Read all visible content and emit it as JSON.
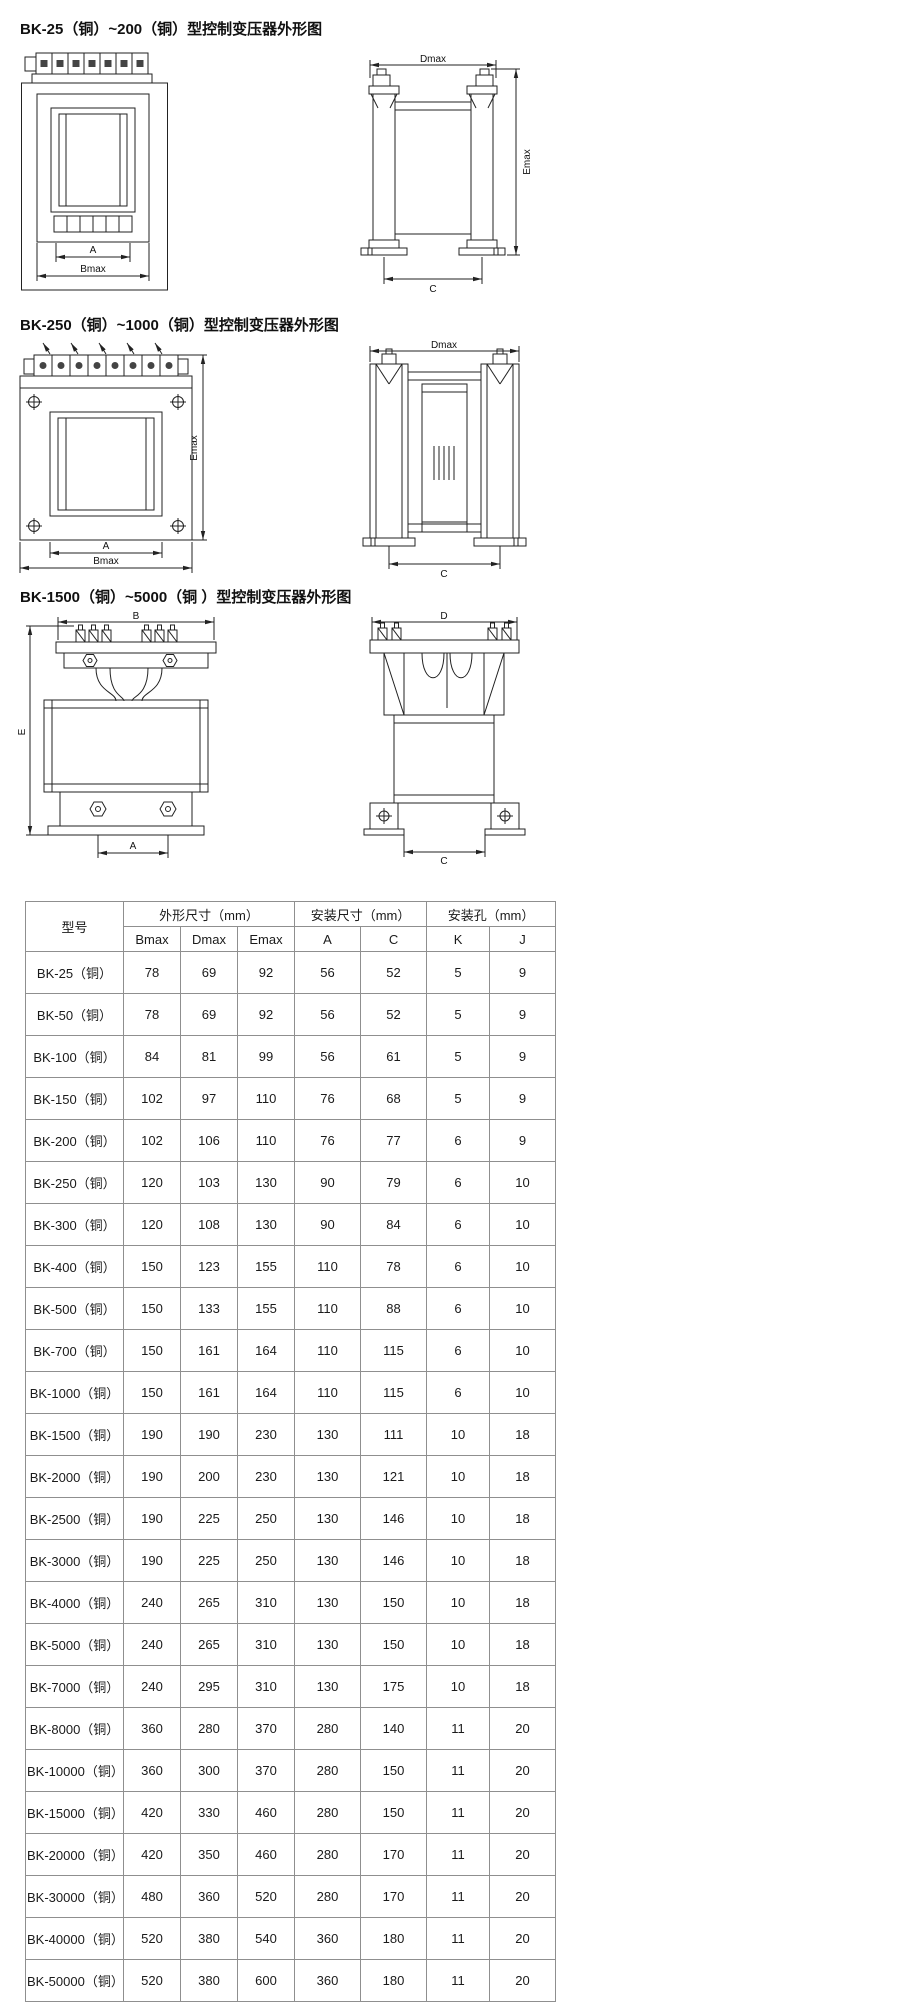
{
  "page": {
    "headings": [
      "BK-25（铜）~200（铜）型控制变压器外形图",
      "BK-250（铜）~1000（铜）型控制变压器外形图",
      "BK-1500（铜）~5000（铜 ）型控制变压器外形图"
    ]
  },
  "drawings": {
    "s1_front": {
      "a": "A",
      "bmax": "Bmax"
    },
    "s1_side": {
      "dmax": "Dmax",
      "emax": "Emax",
      "c": "C"
    },
    "s2_front": {
      "a": "A",
      "bmax": "Bmax",
      "emax": "Emax"
    },
    "s2_side": {
      "dmax": "Dmax",
      "c": "C"
    },
    "s3_front": {
      "a": "A",
      "b": "B",
      "e": "E"
    },
    "s3_side": {
      "d": "D",
      "c": "C"
    }
  },
  "table": {
    "headers": {
      "model": "型号",
      "outline_group": "外形尺寸（mm）",
      "mount_group": "安装尺寸（mm）",
      "hole_group": "安装孔（mm）",
      "sub": [
        "Bmax",
        "Dmax",
        "Emax",
        "A",
        "C",
        "K",
        "J"
      ]
    },
    "rows": [
      {
        "model": "BK-25（铜）",
        "values": [
          78,
          69,
          92,
          56,
          52,
          5,
          9
        ]
      },
      {
        "model": "BK-50（铜）",
        "values": [
          78,
          69,
          92,
          56,
          52,
          5,
          9
        ]
      },
      {
        "model": "BK-100（铜）",
        "values": [
          84,
          81,
          99,
          56,
          61,
          5,
          9
        ]
      },
      {
        "model": "BK-150（铜）",
        "values": [
          102,
          97,
          110,
          76,
          68,
          5,
          9
        ]
      },
      {
        "model": "BK-200（铜）",
        "values": [
          102,
          106,
          110,
          76,
          77,
          6,
          9
        ]
      },
      {
        "model": "BK-250（铜）",
        "values": [
          120,
          103,
          130,
          90,
          79,
          6,
          10
        ]
      },
      {
        "model": "BK-300（铜）",
        "values": [
          120,
          108,
          130,
          90,
          84,
          6,
          10
        ]
      },
      {
        "model": "BK-400（铜）",
        "values": [
          150,
          123,
          155,
          110,
          78,
          6,
          10
        ]
      },
      {
        "model": "BK-500（铜）",
        "values": [
          150,
          133,
          155,
          110,
          88,
          6,
          10
        ]
      },
      {
        "model": "BK-700（铜）",
        "values": [
          150,
          161,
          164,
          110,
          115,
          6,
          10
        ]
      },
      {
        "model": "BK-1000（铜）",
        "values": [
          150,
          161,
          164,
          110,
          115,
          6,
          10
        ]
      },
      {
        "model": "BK-1500（铜）",
        "values": [
          190,
          190,
          230,
          130,
          111,
          10,
          18
        ]
      },
      {
        "model": "BK-2000（铜）",
        "values": [
          190,
          200,
          230,
          130,
          121,
          10,
          18
        ]
      },
      {
        "model": "BK-2500（铜）",
        "values": [
          190,
          225,
          250,
          130,
          146,
          10,
          18
        ]
      },
      {
        "model": "BK-3000（铜）",
        "values": [
          190,
          225,
          250,
          130,
          146,
          10,
          18
        ]
      },
      {
        "model": "BK-4000（铜）",
        "values": [
          240,
          265,
          310,
          130,
          150,
          10,
          18
        ]
      },
      {
        "model": "BK-5000（铜）",
        "values": [
          240,
          265,
          310,
          130,
          150,
          10,
          18
        ]
      },
      {
        "model": "BK-7000（铜）",
        "values": [
          240,
          295,
          310,
          130,
          175,
          10,
          18
        ]
      },
      {
        "model": "BK-8000（铜）",
        "values": [
          360,
          280,
          370,
          280,
          140,
          11,
          20
        ]
      },
      {
        "model": "BK-10000（铜）",
        "values": [
          360,
          300,
          370,
          280,
          150,
          11,
          20
        ]
      },
      {
        "model": "BK-15000（铜）",
        "values": [
          420,
          330,
          460,
          280,
          150,
          11,
          20
        ]
      },
      {
        "model": "BK-20000（铜）",
        "values": [
          420,
          350,
          460,
          280,
          170,
          11,
          20
        ]
      },
      {
        "model": "BK-30000（铜）",
        "values": [
          480,
          360,
          520,
          280,
          170,
          11,
          20
        ]
      },
      {
        "model": "BK-40000（铜）",
        "values": [
          520,
          380,
          540,
          360,
          180,
          11,
          20
        ]
      },
      {
        "model": "BK-50000（铜）",
        "values": [
          520,
          380,
          600,
          360,
          180,
          11,
          20
        ]
      }
    ]
  }
}
